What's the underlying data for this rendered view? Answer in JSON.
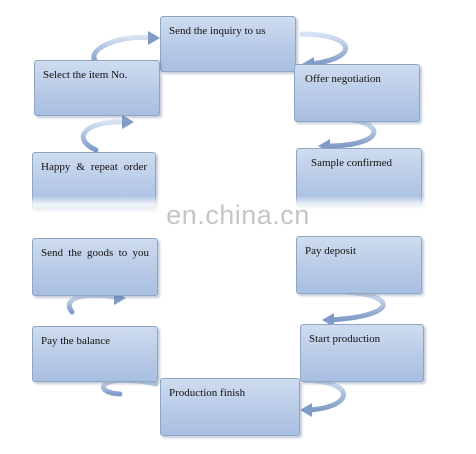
{
  "steps": {
    "inquiry": "Send the inquiry to us",
    "offer": "Offer negotiation",
    "sample": "Sample confirmed",
    "deposit": "Pay deposit",
    "production": "Start production",
    "finish": "Production finish",
    "balance": "Pay the balance",
    "goods": "Send the goods to you",
    "repeat": "Happy & repeat order",
    "select": "Select the item No."
  },
  "watermark": "en.china.cn",
  "colors": {
    "box_fill": "#b6c9e6",
    "box_border": "#8fa5c4",
    "arrow": "#8ea8cf"
  }
}
